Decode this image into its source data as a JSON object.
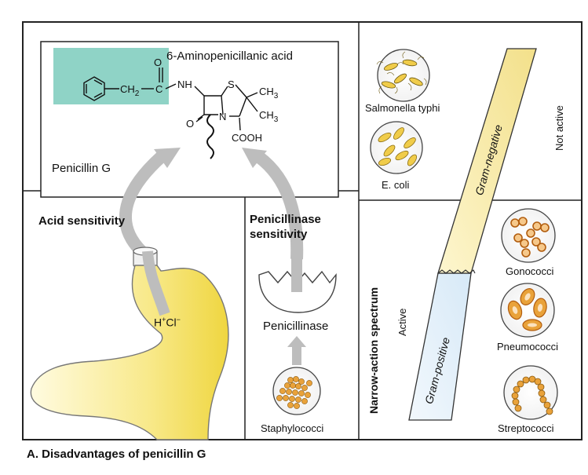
{
  "figure_title": "A. Disadvantages of penicillin G",
  "molecule": {
    "core_name": "6-Aminopenicillanic acid",
    "drug_name": "Penicillin G",
    "atoms": {
      "o_top": "O",
      "ch2": "CH",
      "ch2_sub": "2",
      "c": "C",
      "nh": "NH",
      "s": "S",
      "ch3_a": "CH",
      "ch3_a_sub": "3",
      "ch3_b": "CH",
      "ch3_b_sub": "3",
      "o_ring": "O",
      "n": "N",
      "cooh": "COOH"
    }
  },
  "acid": {
    "title": "Acid sensitivity",
    "acid_label_base": "H",
    "acid_label_sup1": "+",
    "acid_label_mid": "Cl",
    "acid_label_sup2": "−"
  },
  "penicillinase": {
    "title_line1": "Penicillinase",
    "title_line2": "sensitivity",
    "enzyme_label": "Penicillinase",
    "organism": "Staphylococci"
  },
  "spectrum": {
    "title": "Narrow-action spectrum",
    "active_label": "Active",
    "not_active_label": "Not active",
    "gram_positive": "Gram-positive",
    "gram_negative": "Gram-negative",
    "organisms": {
      "salmonella": "Salmonella typhi",
      "ecoli": "E. coli",
      "gonococci": "Gonococci",
      "pneumococci": "Pneumococci",
      "streptococci": "Streptococci"
    }
  },
  "colors": {
    "panel_bg": "#ffffff",
    "stomach_yellow": "#f4e06a",
    "yellow_light": "#fbf3b8",
    "teal_highlight": "#8fd3c6",
    "blue_band": "#dfeefa",
    "orange_fill": "#e9a23a",
    "arrow_grey": "#b8b8b8"
  }
}
